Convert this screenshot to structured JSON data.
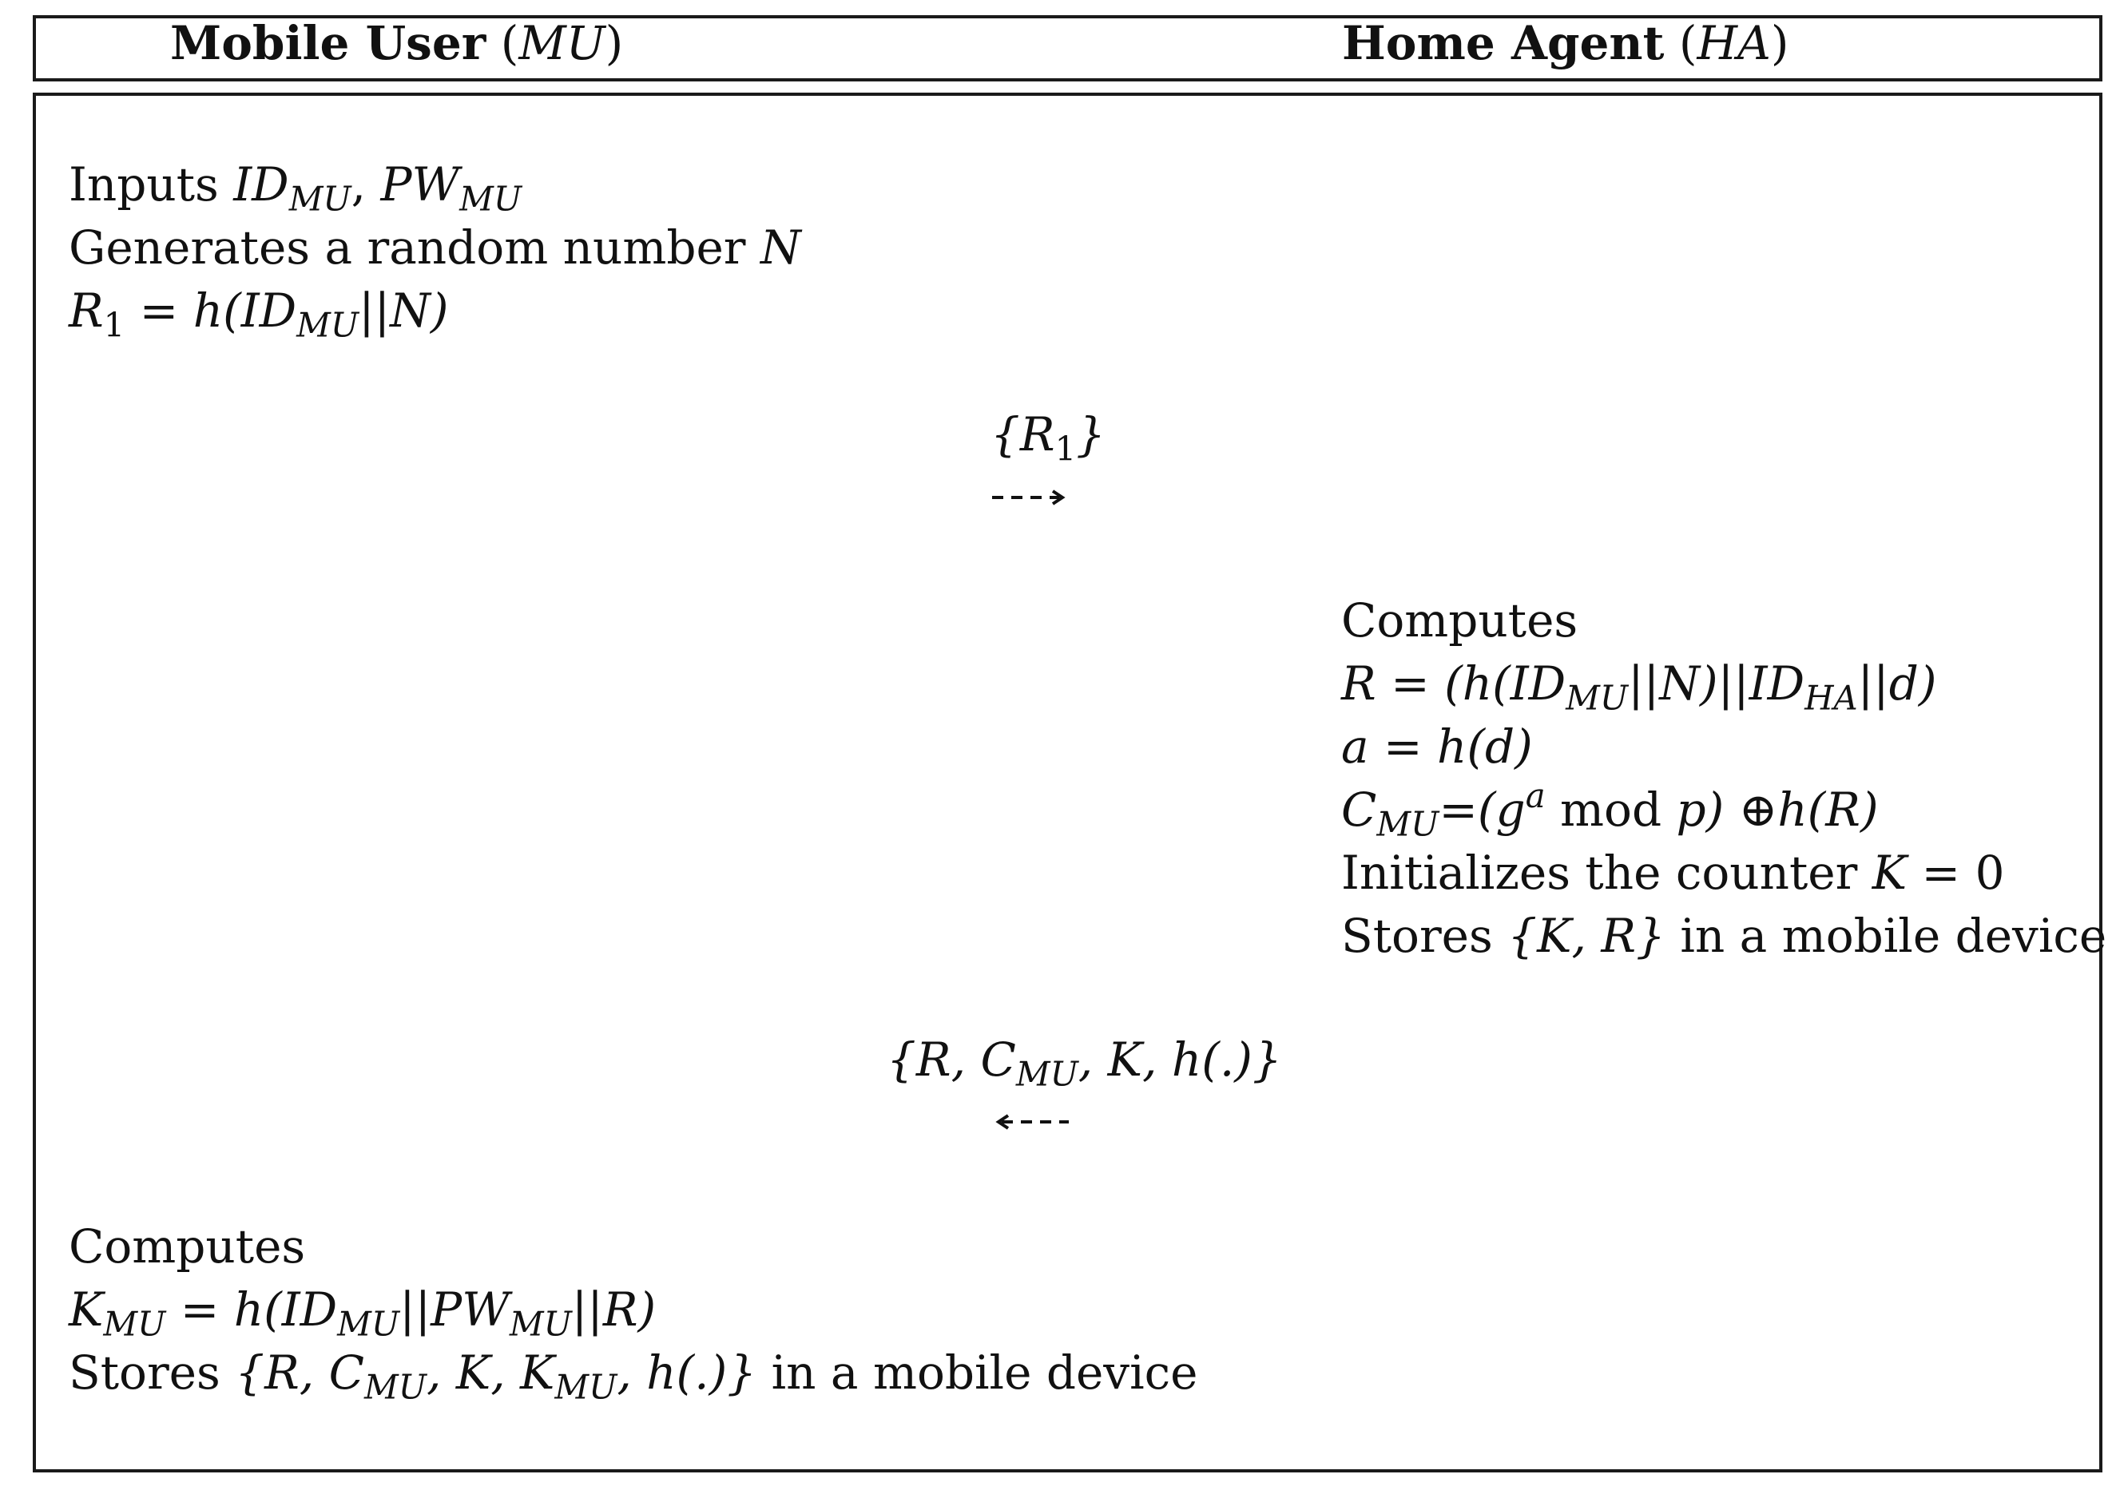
{
  "header": {
    "left_title": "Mobile User",
    "left_abbrev": "MU",
    "right_title": "Home Agent",
    "right_abbrev": "HA"
  },
  "mobile_user_start": {
    "inputs_label": "Inputs",
    "inputs_id": "ID",
    "inputs_id_sub": "MU",
    "inputs_pw": "PW",
    "inputs_pw_sub": "MU",
    "generates_text": "Generates a random number",
    "generates_var": "N",
    "r1_lhs": "R",
    "r1_lhs_sub": "1",
    "r1_rhs_pre": " = h(ID",
    "r1_rhs_sub": "MU",
    "r1_rhs_post": "||N)"
  },
  "message_1": {
    "content": "R",
    "content_sub": "1",
    "direction": "right",
    "style": "dashed"
  },
  "home_agent": {
    "computes_label": "Computes",
    "r_pre": "R = (h(ID",
    "r_sub1": "MU",
    "r_mid": "||N)||ID",
    "r_sub2": "HA",
    "r_post": "||d)",
    "a_line": "a = h(d)",
    "c_var": "C",
    "c_sub": "MU",
    "c_mid": "=(g",
    "c_sup": "a",
    "c_mod": " mod ",
    "c_p": "p",
    "c_post": ") ⊕h(R)",
    "init_text": "Initializes the counter",
    "init_eq_var": "K",
    "init_eq_val": " = 0",
    "stores_pre": "Stores",
    "stores_set": "{K, R}",
    "stores_post": "in a mobile device"
  },
  "message_2": {
    "open": "{R, C",
    "sub": "MU",
    "close": ", K, h(.)}",
    "direction": "left",
    "style": "dashed"
  },
  "mobile_user_end": {
    "computes_label": "Computes",
    "k_var": "K",
    "k_sub": "MU",
    "k_eq": " = h(ID",
    "k_sub2": "MU",
    "k_mid": "||PW",
    "k_sub3": "MU",
    "k_post": "||R)",
    "stores_pre": "Stores",
    "stores_set_a": "{R, C",
    "stores_sub1": "MU",
    "stores_set_b": ", K, K",
    "stores_sub2": "MU",
    "stores_set_c": ", h(.)}",
    "stores_post": "in a mobile device"
  }
}
